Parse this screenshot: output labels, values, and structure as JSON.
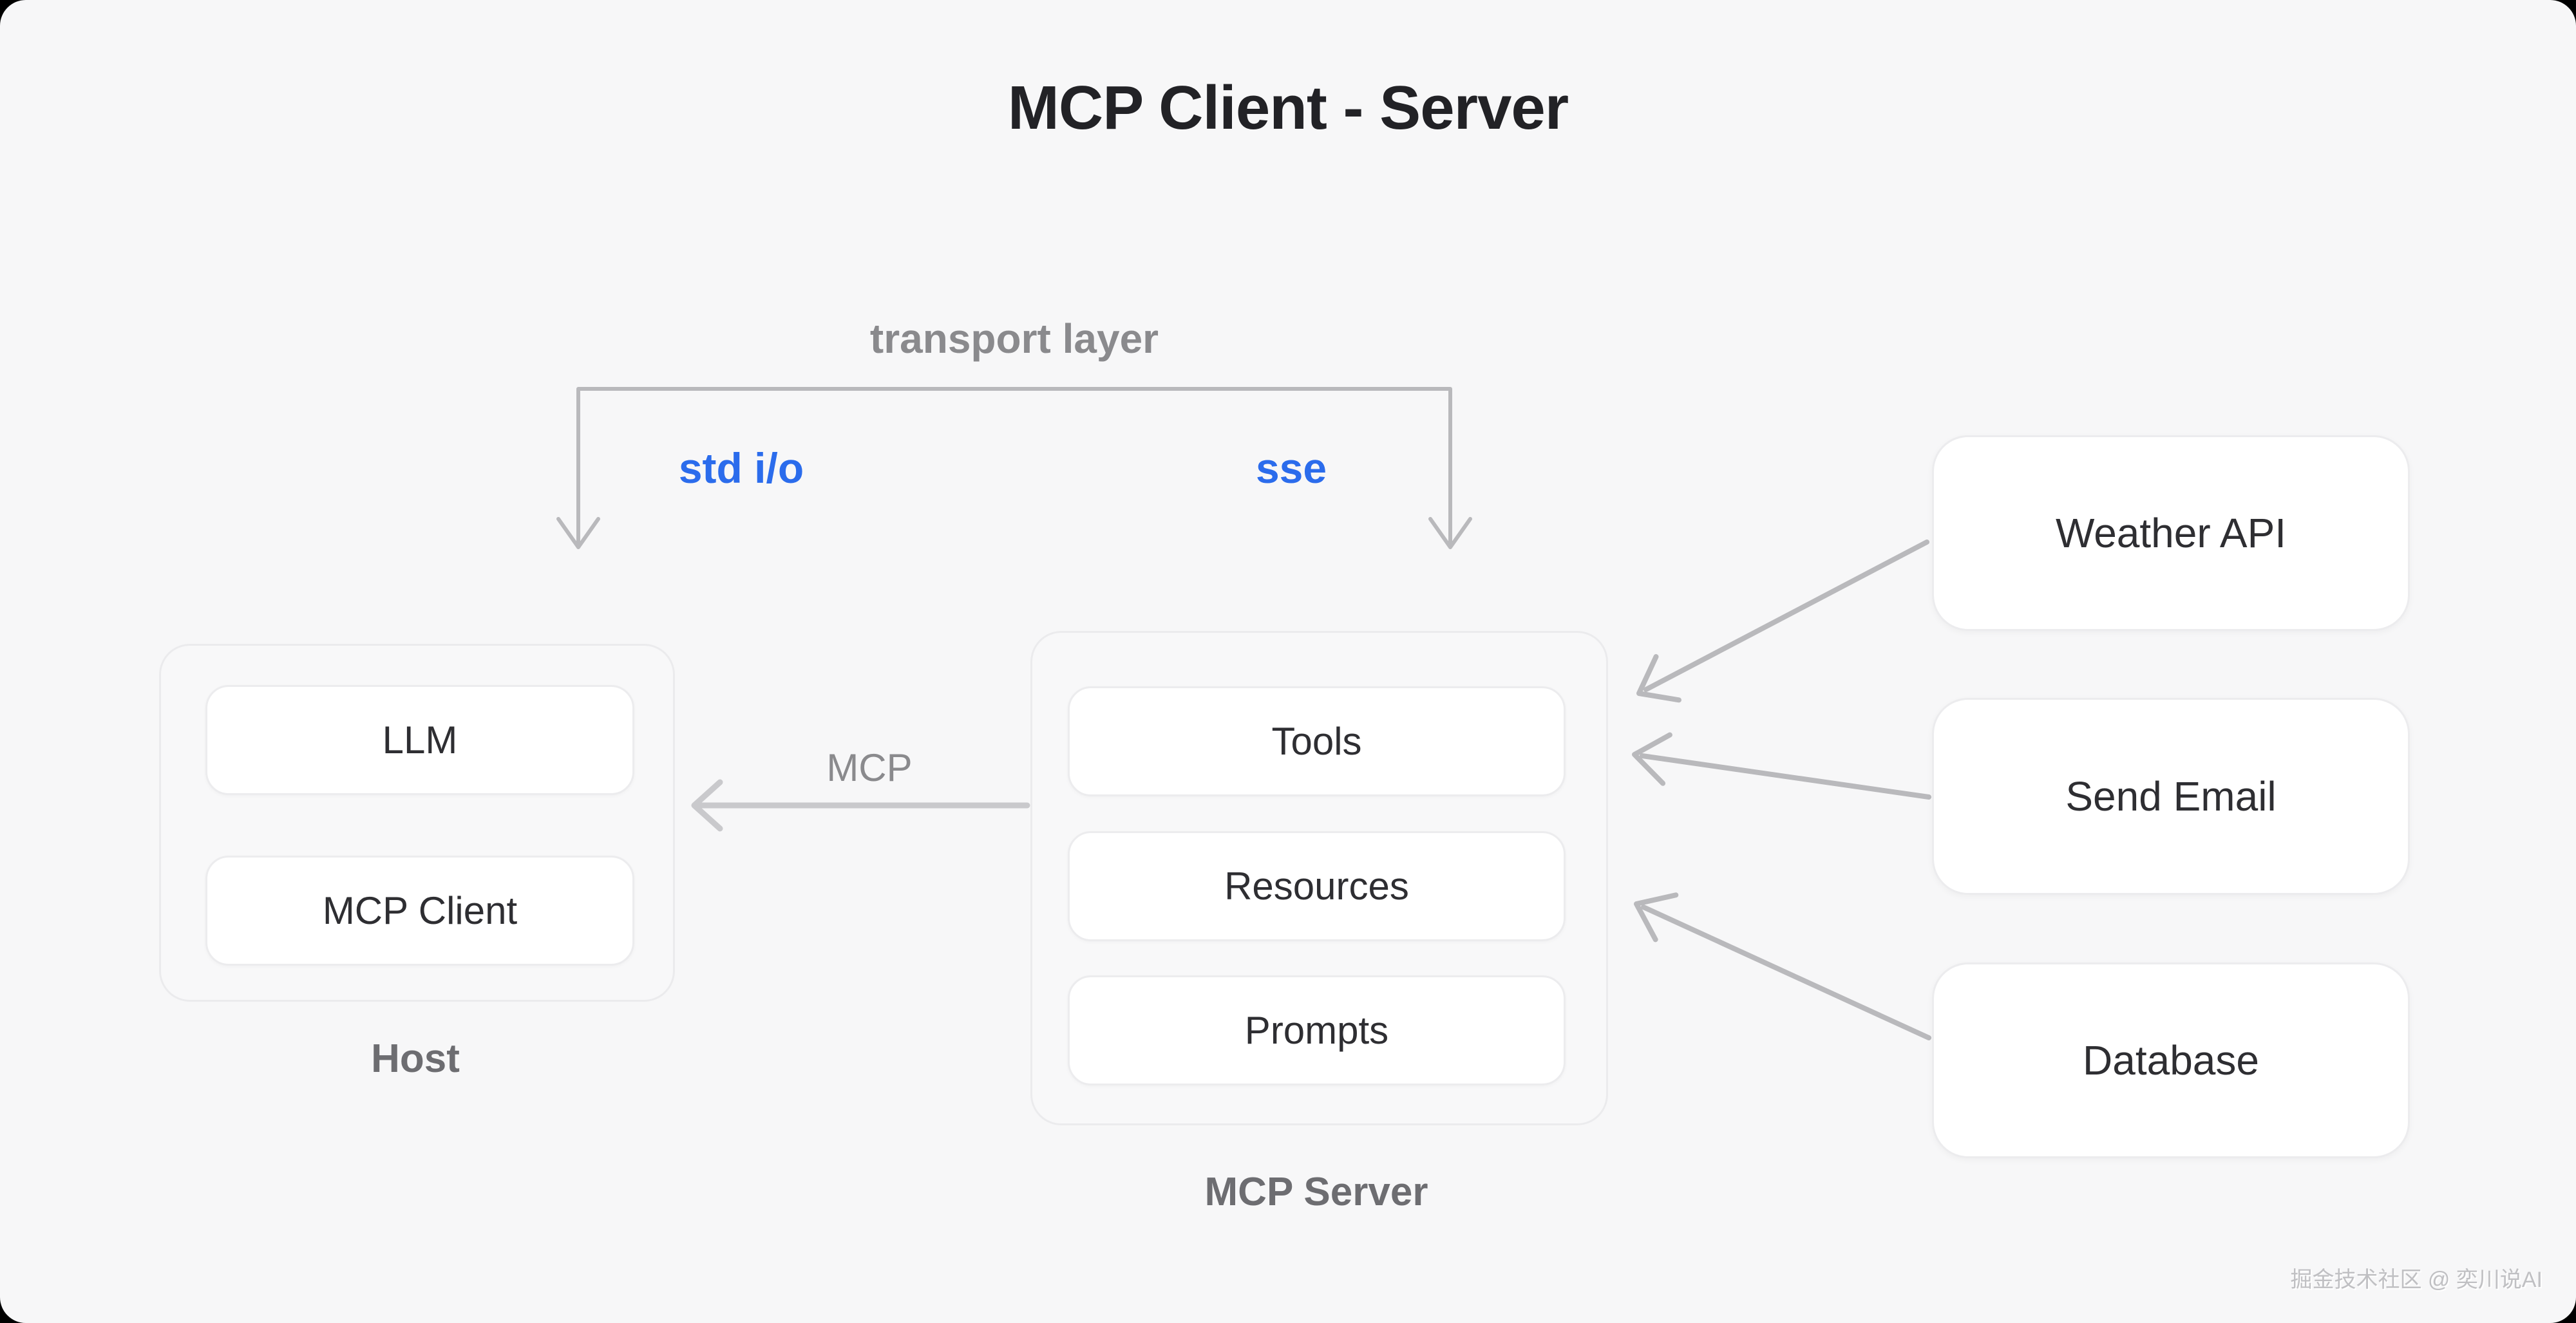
{
  "title": "MCP Client - Server",
  "transport": {
    "label": "transport layer",
    "left_protocol": "std i/o",
    "right_protocol": "sse"
  },
  "host": {
    "label": "Host",
    "items": [
      {
        "label": "LLM"
      },
      {
        "label": "MCP Client"
      }
    ]
  },
  "server": {
    "label": "MCP Server",
    "items": [
      {
        "label": "Tools"
      },
      {
        "label": "Resources"
      },
      {
        "label": "Prompts"
      }
    ]
  },
  "externals": [
    {
      "label": "Weather API"
    },
    {
      "label": "Send Email"
    },
    {
      "label": "Database"
    }
  ],
  "connections": {
    "mcp_label": "MCP"
  },
  "watermark": "掘金技术社区 @ 奕川说AI",
  "colors": {
    "background": "#f7f7f8",
    "corner": "#000000",
    "container_fill": "#f8f8f9",
    "container_border": "#ebebed",
    "box_fill": "#ffffff",
    "box_border": "#ececee",
    "arrow_gray": "#b9b9bc",
    "arrow_light": "#c9c9cc",
    "accent_blue": "#2b6cec",
    "title_text": "#222226",
    "dark_text": "#2e2e32",
    "caption_gray": "#6d6d71",
    "muted_gray": "#8a8a8d",
    "watermark_gray": "#c0c0c3"
  }
}
